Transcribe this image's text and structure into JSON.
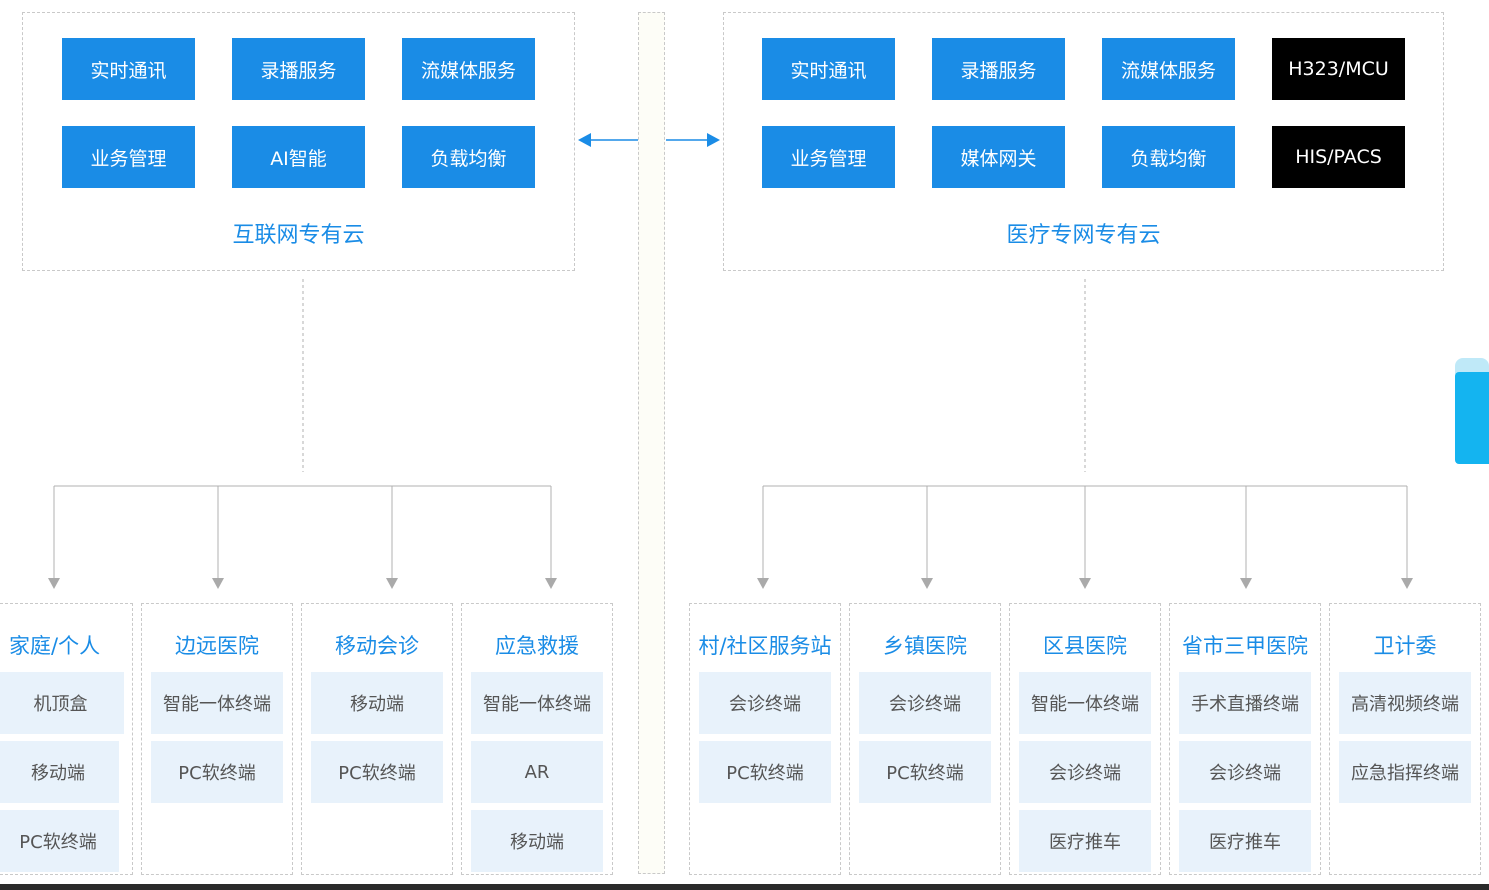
{
  "internet_cloud": {
    "title": "互联网专有云",
    "services": [
      "实时通讯",
      "录播服务",
      "流媒体服务",
      "业务管理",
      "AI智能",
      "负载均衡"
    ]
  },
  "medical_cloud": {
    "title": "医疗专网专有云",
    "services": [
      "实时通讯",
      "录播服务",
      "流媒体服务",
      "H323/MCU",
      "业务管理",
      "媒体网关",
      "负载均衡",
      "HIS/PACS"
    ]
  },
  "left_categories": [
    {
      "title": "家庭/个人",
      "terminals": [
        "机顶盒",
        "移动端",
        "PC软终端"
      ]
    },
    {
      "title": "边远医院",
      "terminals": [
        "智能一体终端",
        "PC软终端"
      ]
    },
    {
      "title": "移动会诊",
      "terminals": [
        "移动端",
        "PC软终端"
      ]
    },
    {
      "title": "应急救援",
      "terminals": [
        "智能一体终端",
        "AR",
        "移动端"
      ]
    }
  ],
  "right_categories": [
    {
      "title": "村/社区服务站",
      "terminals": [
        "会诊终端",
        "PC软终端"
      ]
    },
    {
      "title": "乡镇医院",
      "terminals": [
        "会诊终端",
        "PC软终端"
      ]
    },
    {
      "title": "区县医院",
      "terminals": [
        "智能一体终端",
        "会诊终端",
        "医疗推车"
      ]
    },
    {
      "title": "省市三甲医院",
      "terminals": [
        "手术直播终端",
        "会诊终端",
        "医疗推车"
      ]
    },
    {
      "title": "卫计委",
      "terminals": [
        "高清视频终端",
        "应急指挥终端"
      ]
    }
  ],
  "colors": {
    "accent": "#1a8ce6",
    "dark_service": "#000000",
    "terminal_bg": "#e8f2fb"
  }
}
